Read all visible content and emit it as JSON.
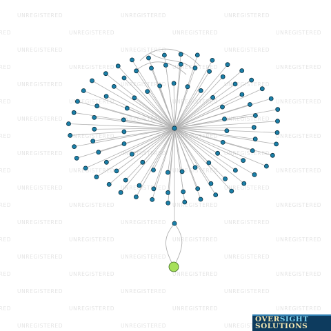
{
  "watermark_text": "UNREGISTERED",
  "logo": {
    "part1": "OVER",
    "part2": "SIGHT",
    "line2": "SOLUTIONS"
  },
  "colors": {
    "background": "#ffffff",
    "edge": "#b0b0b0",
    "node_fill": "#1a7fa8",
    "node_stroke": "#0b2f3f",
    "root_fill": "#a6e05a",
    "root_stroke": "#3d6b1e",
    "watermark": "#e4e4e4",
    "logo_bg": "#0d3b5e"
  },
  "graph": {
    "hub_node": "hub",
    "link_node": "link",
    "root_node": "root",
    "leaf_count": 97,
    "edges_between_link_and_root": 2
  }
}
